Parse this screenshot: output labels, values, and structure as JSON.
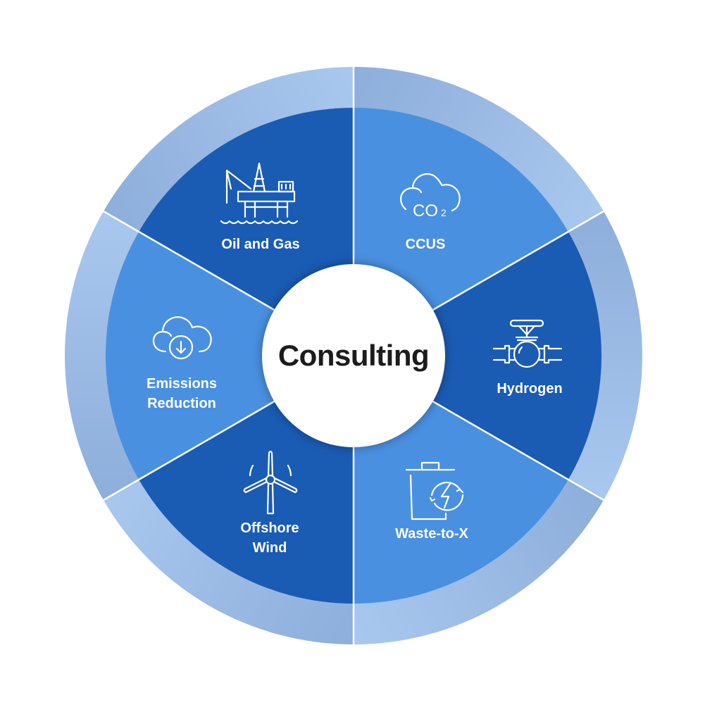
{
  "center": {
    "title": "Consulting"
  },
  "segments": [
    {
      "label": "CCUS",
      "icon": "co2-cloud-icon",
      "tone": "light"
    },
    {
      "label": "Hydrogen",
      "icon": "pipe-valve-icon",
      "tone": "dark"
    },
    {
      "label": "Waste-to-X",
      "icon": "waste-energy-bin-icon",
      "tone": "light"
    },
    {
      "label_line1": "Offshore",
      "label_line2": "Wind",
      "icon": "wind-turbine-icon",
      "tone": "dark"
    },
    {
      "label_line1": "Emissions",
      "label_line2": "Reduction",
      "icon": "cloud-download-icon",
      "tone": "light"
    },
    {
      "label": "Oil and Gas",
      "icon": "oil-rig-icon",
      "tone": "dark"
    }
  ],
  "icon_text": {
    "co2": "CO",
    "co2_sub": "2"
  },
  "colors": {
    "dark": "#1a5bb4",
    "light": "#4a90e0",
    "ring_a": "#8eaedb",
    "ring_b": "#a8c8ef",
    "divider": "#ffffff"
  }
}
